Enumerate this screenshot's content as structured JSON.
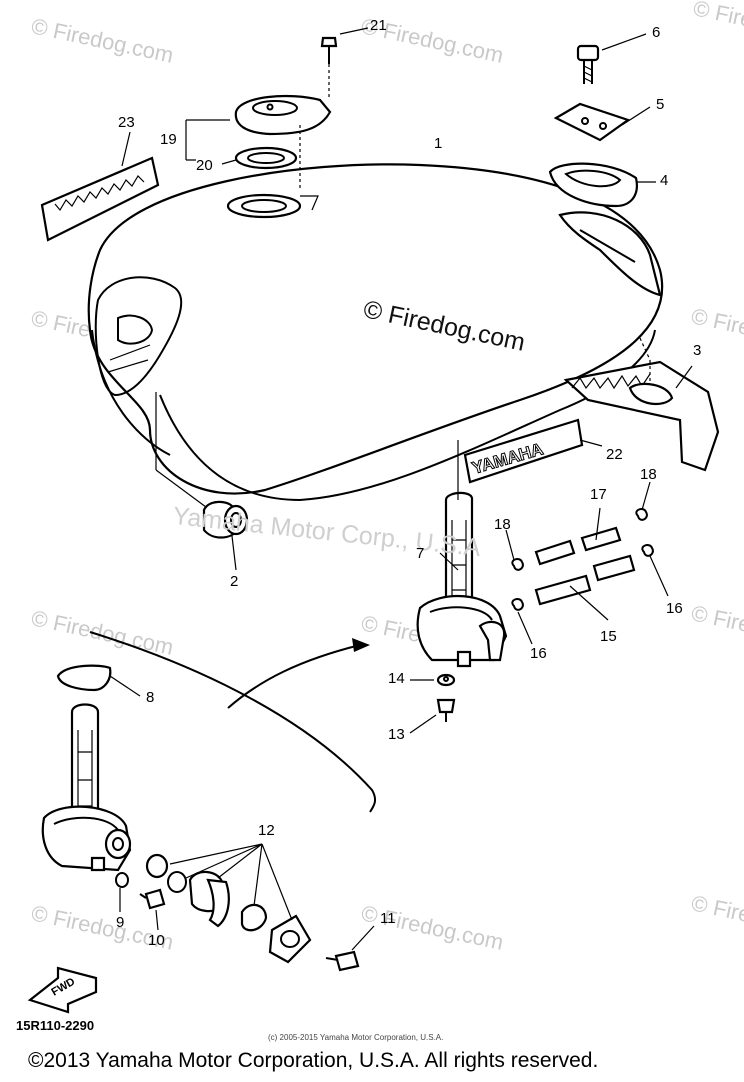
{
  "watermark": "© Firedog.com",
  "center_watermark": "© Firedog.com",
  "faint_watermark": "Yamaha Motor Corp., U.S.A",
  "tank_lettering": "YAMAHA",
  "fwd_arrow": "FWD",
  "part_code": "15R110-2290",
  "small_copyright": "(c) 2005-2015 Yamaha Motor Corporation, U.S.A.",
  "footer_copyright": "©2013 Yamaha Motor Corporation, U.S.A. All rights reserved.",
  "callouts": [
    {
      "id": "c1",
      "label": "1"
    },
    {
      "id": "c2",
      "label": "2"
    },
    {
      "id": "c3",
      "label": "3"
    },
    {
      "id": "c4",
      "label": "4"
    },
    {
      "id": "c5",
      "label": "5"
    },
    {
      "id": "c6",
      "label": "6"
    },
    {
      "id": "c7",
      "label": "7"
    },
    {
      "id": "c8",
      "label": "8"
    },
    {
      "id": "c9",
      "label": "9"
    },
    {
      "id": "c10",
      "label": "10"
    },
    {
      "id": "c11",
      "label": "11"
    },
    {
      "id": "c12",
      "label": "12"
    },
    {
      "id": "c13",
      "label": "13"
    },
    {
      "id": "c14",
      "label": "14"
    },
    {
      "id": "c15",
      "label": "15"
    },
    {
      "id": "c16a",
      "label": "16"
    },
    {
      "id": "c16b",
      "label": "16"
    },
    {
      "id": "c17",
      "label": "17"
    },
    {
      "id": "c18a",
      "label": "18"
    },
    {
      "id": "c18b",
      "label": "18"
    },
    {
      "id": "c19",
      "label": "19"
    },
    {
      "id": "c20",
      "label": "20"
    },
    {
      "id": "c21",
      "label": "21"
    },
    {
      "id": "c22",
      "label": "22"
    },
    {
      "id": "c23",
      "label": "23"
    }
  ]
}
